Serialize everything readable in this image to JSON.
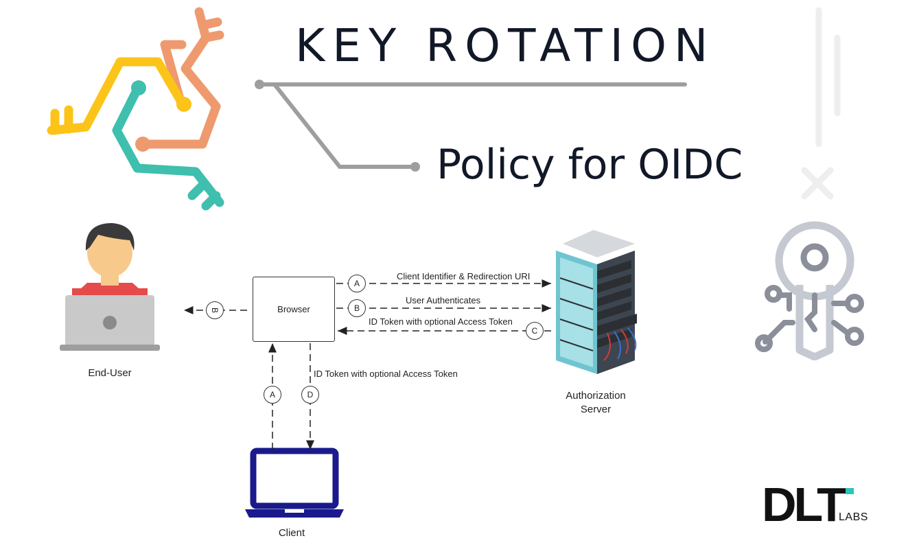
{
  "title": "KEY ROTATION",
  "subtitle": "Policy for OIDC",
  "nodes": {
    "end_user": "End-User",
    "browser": "Browser",
    "auth_server_line1": "Authorization",
    "auth_server_line2": "Server",
    "client": "Client"
  },
  "flows": {
    "a_top": "Client Identifier & Redirection URI",
    "b_top": "User Authenticates",
    "c_top": "ID Token with optional Access Token",
    "d_down": "ID Token with optional Access Token"
  },
  "steps": {
    "a": "A",
    "b": "B",
    "c": "C",
    "d": "D"
  },
  "logo": {
    "main": "DLT",
    "sub": "LABS"
  },
  "colors": {
    "yellow": "#fcc419",
    "orange": "#ee9a6e",
    "teal": "#3fbfae",
    "gray_line": "#9e9e9e",
    "laptop_blue": "#1a1a8c",
    "key_gray": "#8a8f99",
    "logo_accent": "#2ec4b6"
  }
}
